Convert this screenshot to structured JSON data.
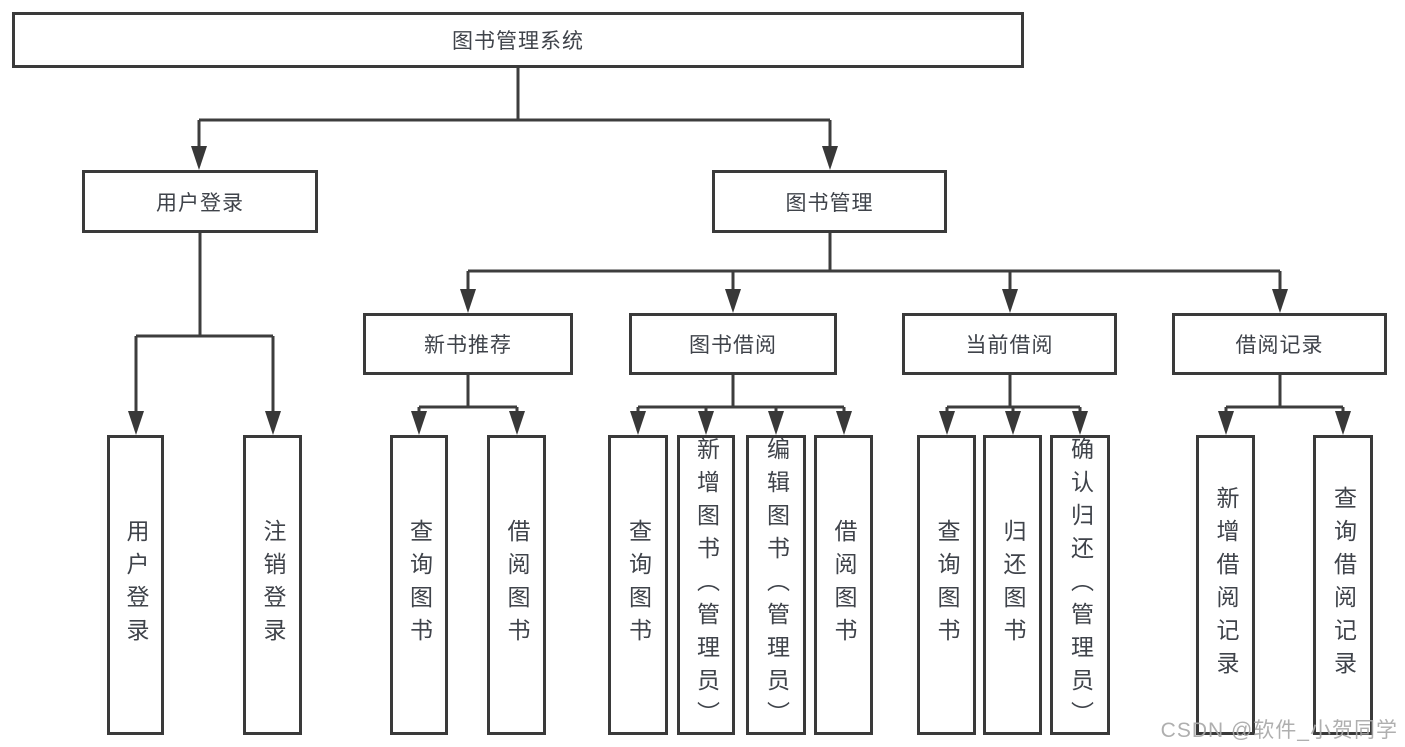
{
  "diagram": {
    "root": {
      "label": "图书管理系统",
      "children": [
        {
          "label": "用户登录",
          "children": [
            {
              "label": "用户登录"
            },
            {
              "label": "注销登录"
            }
          ]
        },
        {
          "label": "图书管理",
          "children": [
            {
              "label": "新书推荐",
              "children": [
                {
                  "label": "查询图书"
                },
                {
                  "label": "借阅图书"
                }
              ]
            },
            {
              "label": "图书借阅",
              "children": [
                {
                  "label": "查询图书"
                },
                {
                  "label": "新增图书（管理员）"
                },
                {
                  "label": "编辑图书（管理员）"
                },
                {
                  "label": "借阅图书"
                }
              ]
            },
            {
              "label": "当前借阅",
              "children": [
                {
                  "label": "查询图书"
                },
                {
                  "label": "归还图书"
                },
                {
                  "label": "确认归还（管理员）"
                }
              ]
            },
            {
              "label": "借阅记录",
              "children": [
                {
                  "label": "新增借阅记录"
                },
                {
                  "label": "查询借阅记录"
                }
              ]
            }
          ]
        }
      ]
    }
  },
  "watermark": {
    "text": "CSDN @软件_小贺同学"
  },
  "colors": {
    "line": "#3d3d3d",
    "border": "#3a3a3a",
    "text": "#3f434a",
    "watermark": "#a8a8a8",
    "background": "#ffffff"
  }
}
